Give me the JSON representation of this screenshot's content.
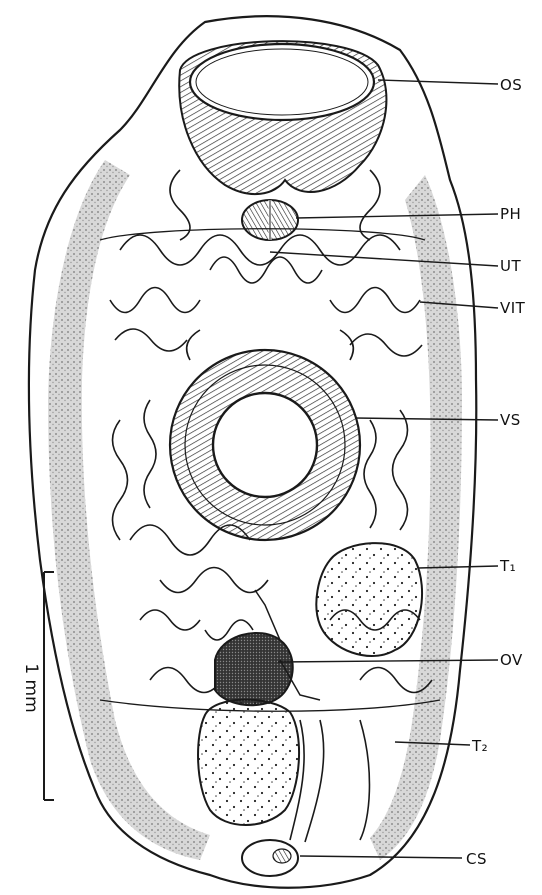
{
  "figure": {
    "labels": {
      "os": "OS",
      "ph": "PH",
      "ut": "UT",
      "vit": "VIT",
      "vs": "VS",
      "t1": "T₁",
      "ov": "OV",
      "t2": "T₂",
      "cs": "CS"
    },
    "scale_bar": {
      "text": "1 mm"
    }
  }
}
